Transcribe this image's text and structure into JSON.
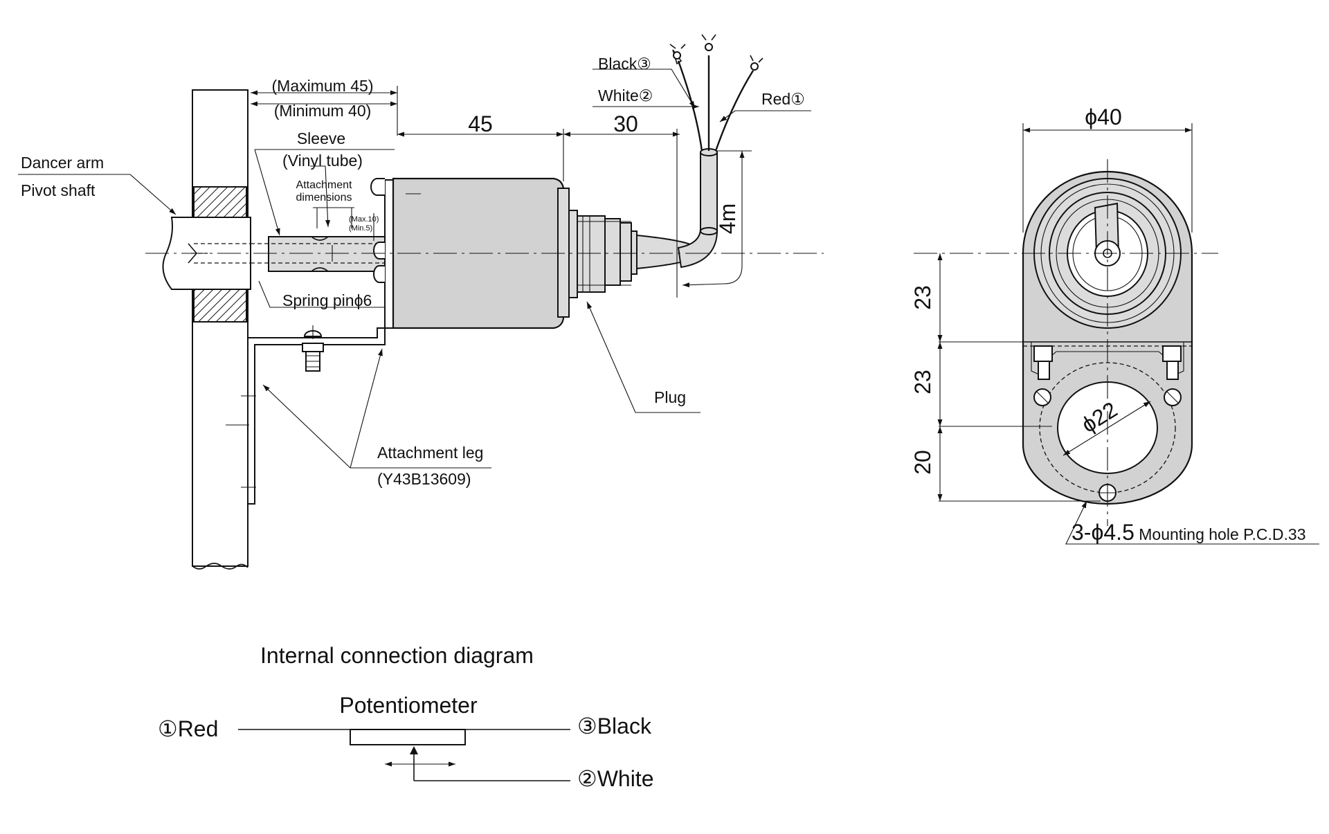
{
  "labels": {
    "dancer_arm": "Dancer arm",
    "pivot_shaft": "Pivot shaft",
    "maximum": "(Maximum 45)",
    "minimum": "(Minimum 40)",
    "sleeve": "Sleeve",
    "vinyl_tube": "(Vinyl tube)",
    "attachment": "Attachment",
    "dimensions": "dimensions",
    "max10": "(Max.10)",
    "min5": "(Min.5)",
    "spring_pin": "Spring pinϕ6",
    "attachment_leg": "Attachment leg",
    "leg_code": "(Y43B13609)",
    "plug": "Plug",
    "black": "Black③",
    "white": "White②",
    "red": "Red①"
  },
  "dimensions": {
    "d45": "45",
    "d30": "30",
    "cable": "4m",
    "phi40": "ϕ40",
    "v23a": "23",
    "v23b": "23",
    "v20": "20",
    "phi22": "ϕ22",
    "mount_main": "3-ϕ4.5",
    "mount_rest": " Mounting hole P.C.D.33"
  },
  "connection": {
    "title": "Internal connection diagram",
    "potentiometer": "Potentiometer",
    "red": "①Red",
    "black": "③Black",
    "white": "②White"
  },
  "colors": {
    "line": "#111111",
    "body_fill": "#d2d2d2",
    "background": "#ffffff"
  }
}
